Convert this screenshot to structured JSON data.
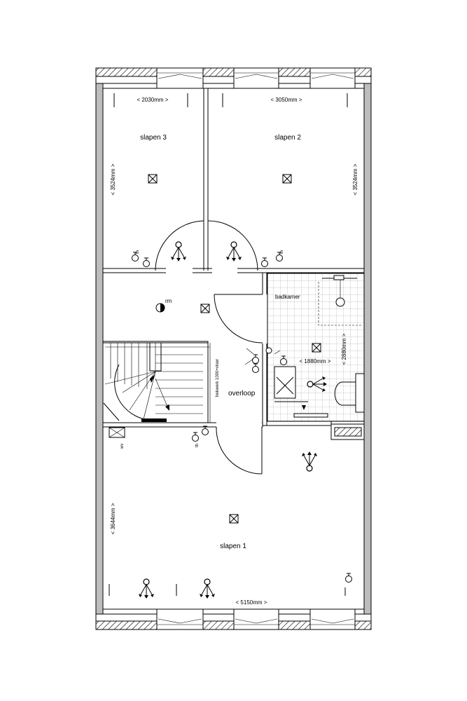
{
  "rooms": {
    "slapen3": "slapen 3",
    "slapen2": "slapen 2",
    "slapen1": "slapen 1",
    "badkamer": "badkamer",
    "overloop": "overloop"
  },
  "dimensions": {
    "slapen3_width": "< 2030mm >",
    "slapen2_width": "< 3050mm >",
    "left_height": "< 3524mm >",
    "right_height": "< 3524mm >",
    "bathroom_width": "< 1880mm >",
    "bathroom_height": "< 2880mm >",
    "slapen1_height": "< 3644mm >",
    "slapen1_width": "< 5150mm >"
  },
  "annotations": {
    "rm": "rm",
    "hekwerk": "hekwerk 1000+vloer",
    "th": "th",
    "wv": "wv"
  }
}
